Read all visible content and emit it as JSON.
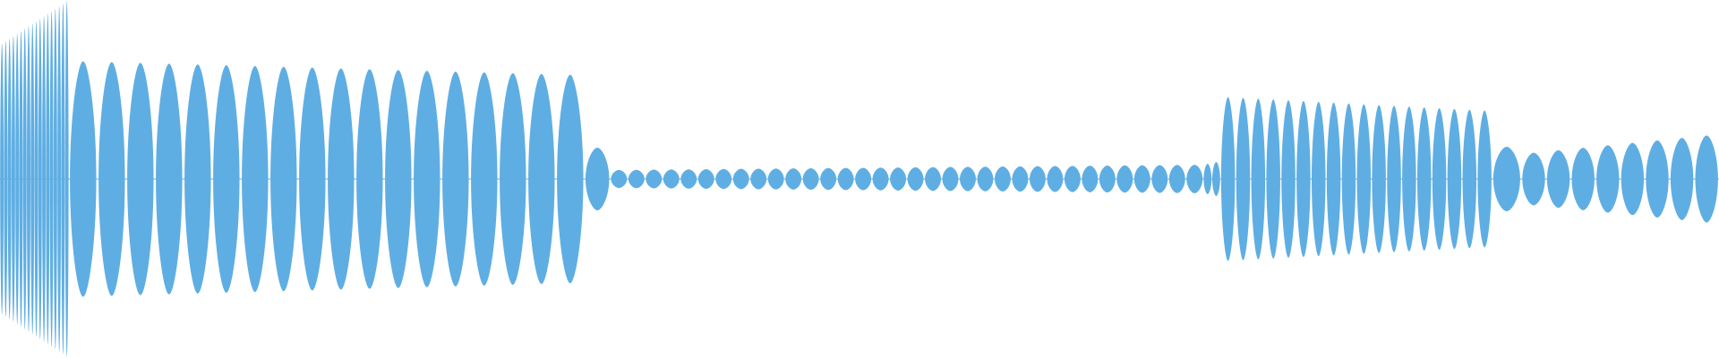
{
  "chart_data": {
    "type": "area",
    "title": "",
    "xlabel": "",
    "ylabel": "",
    "ylim": [
      -1,
      1
    ],
    "grid": false,
    "legend": "none",
    "style": {
      "fill_color": "#5FAEE3"
    },
    "series": [
      {
        "segments": [
          {
            "x": [
              0.0,
              0.04
            ],
            "env": [
              0.75,
              1.0
            ],
            "periods": 18,
            "phase": "start"
          },
          {
            "x": [
              0.04,
              0.34
            ],
            "env": [
              0.66,
              0.58
            ],
            "periods": 18,
            "phase": "mid"
          },
          {
            "x": [
              0.34,
              0.355
            ],
            "env": [
              0.25,
              0.1
            ],
            "periods": 1,
            "phase": "tail"
          },
          {
            "x": [
              0.355,
              0.7
            ],
            "env": [
              0.05,
              0.08
            ],
            "periods": 34,
            "phase": "quiet"
          },
          {
            "x": [
              0.7,
              0.71
            ],
            "env": [
              0.08,
              0.1
            ],
            "periods": 2,
            "phase": "edge"
          },
          {
            "x": [
              0.71,
              0.868
            ],
            "env": [
              0.46,
              0.38
            ],
            "periods": 18,
            "phase": "burst"
          },
          {
            "x": [
              0.868,
              0.885
            ],
            "env": [
              0.24,
              0.12
            ],
            "periods": 1,
            "phase": "fade"
          },
          {
            "x": [
              0.885,
              1.0
            ],
            "env": [
              0.14,
              0.25
            ],
            "periods": 8,
            "phase": "tail2"
          }
        ]
      }
    ]
  }
}
